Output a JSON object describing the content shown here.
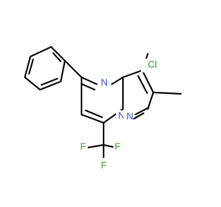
{
  "molecule": {
    "atom_labels": {
      "chlorine": "Cl",
      "nitrogen_pyrimidine": "N",
      "nitrogen_bridgehead": "N",
      "nitrogen_pyrazole": "N",
      "fluorine_top": "F",
      "fluorine_left": "F",
      "fluorine_bottom": "F"
    }
  },
  "colors": {
    "bond": "#000000",
    "chlorine": "#1fa01f",
    "nitrogen": "#3050f8",
    "fluorine": "#4a9a2a",
    "background": "#ffffff"
  }
}
